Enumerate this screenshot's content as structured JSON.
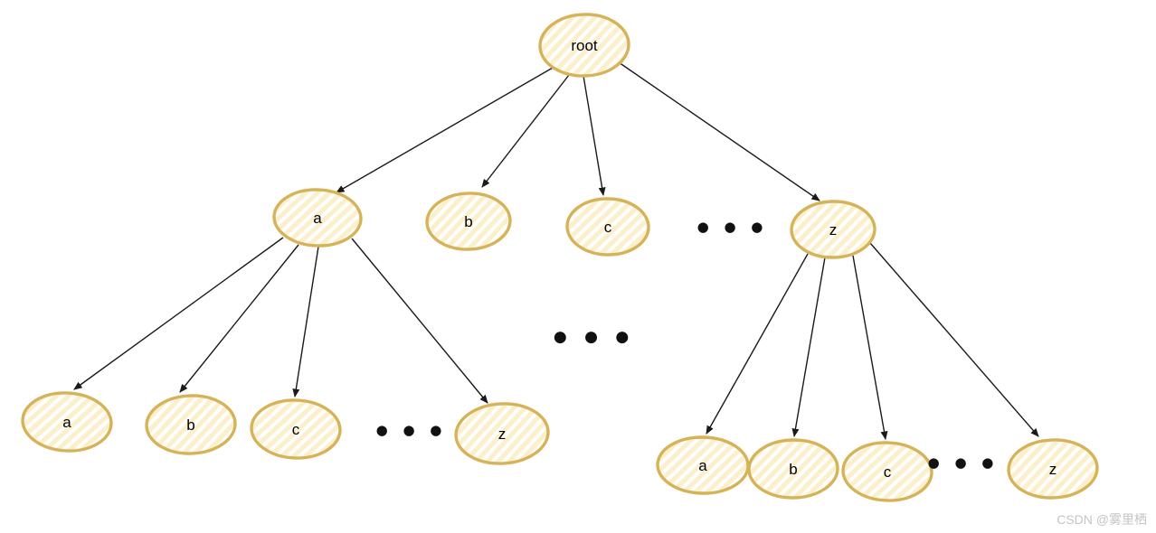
{
  "diagram": {
    "type": "trie-tree",
    "tree": {
      "root": "root",
      "level2": {
        "a": "a",
        "b": "b",
        "c": "c",
        "ellipsis": "● ● ●",
        "z": "z"
      },
      "mid_ellipsis": "● ● ●",
      "level3_left": {
        "a": "a",
        "b": "b",
        "c": "c",
        "ellipsis": "● ● ●",
        "z": "z"
      },
      "level3_right": {
        "a": "a",
        "b": "b",
        "c": "c",
        "ellipsis": "● ● ●",
        "z": "z"
      }
    },
    "edges": [
      "root->a",
      "root->b",
      "root->c",
      "root->z",
      "a->a",
      "a->b",
      "a->c",
      "a->z",
      "z->a",
      "z->b",
      "z->c",
      "z->z"
    ],
    "colors": {
      "node_border": "#d6b258",
      "node_hatch": "#fbf0cb",
      "arrow": "#1a1a1a",
      "label": "#000000",
      "watermark": "#c5c5c5",
      "background": "#ffffff"
    }
  },
  "watermark": "CSDN @雾里栖"
}
